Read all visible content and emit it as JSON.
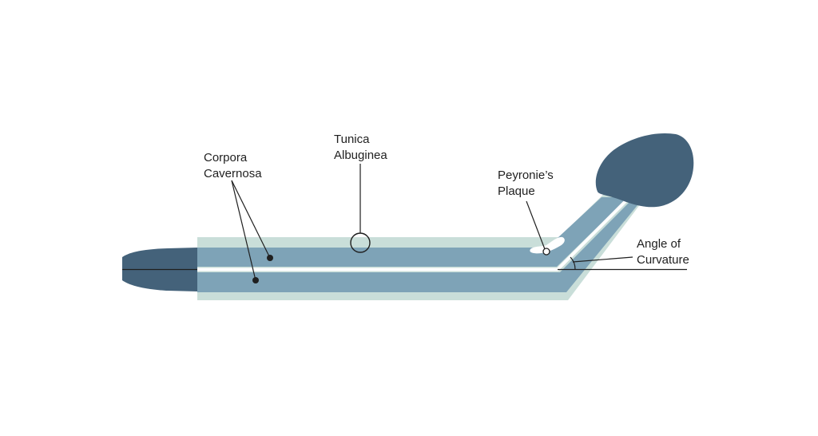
{
  "labels": {
    "corpora_cavernosa": [
      "Corpora",
      "Cavernosa"
    ],
    "tunica_albuginea": [
      "Tunica",
      "Albuginea"
    ],
    "peyronies_plaque": [
      "Peyronie’s",
      "Plaque"
    ],
    "angle_of_curvature": [
      "Angle of",
      "Curvature"
    ]
  },
  "colors": {
    "tunica": "#c9ded9",
    "cavernosa": "#7ea3b7",
    "glans": "#44627a",
    "septum": "#ffffff",
    "line": "#1f1f1f",
    "plaque": "#ffffff"
  }
}
